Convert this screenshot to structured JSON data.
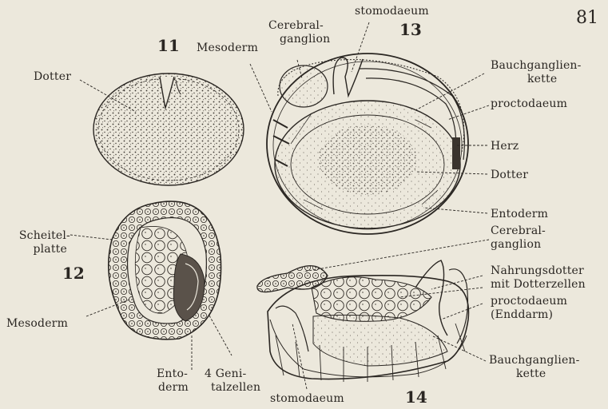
{
  "page_number": "81",
  "figures": [
    {
      "number": "11",
      "labels": {
        "dotter": "Dotter"
      }
    },
    {
      "number": "12",
      "labels": {
        "scheitelplatte_1": "Scheitel-",
        "scheitelplatte_2": "platte",
        "mesoderm": "Mesoderm",
        "entoderm_1": "Ento-",
        "entoderm_2": "derm",
        "genitalzellen_1": "4 Geni-",
        "genitalzellen_2": "talzellen"
      }
    },
    {
      "number": "13",
      "labels": {
        "mesoderm": "Mesoderm",
        "cerebral_1": "Cerebral-",
        "cerebral_2": "ganglion",
        "stomodaeum": "stomodaeum",
        "bauch_1": "Bauchganglien-",
        "bauch_2": "kette",
        "proctodaeum": "proctodaeum",
        "herz": "Herz",
        "dotter": "Dotter",
        "entoderm": "Entoderm"
      }
    },
    {
      "number": "14",
      "labels": {
        "cerebral_1": "Cerebral-",
        "cerebral_2": "ganglion",
        "nahrung_1": "Nahrungsdotter",
        "nahrung_2": "mit Dotterzellen",
        "procto_1": "proctodaeum",
        "procto_2": "(Enddarm)",
        "bauch_1": "Bauchganglien-",
        "bauch_2": "kette",
        "stomodaeum": "stomodaeum"
      }
    }
  ]
}
